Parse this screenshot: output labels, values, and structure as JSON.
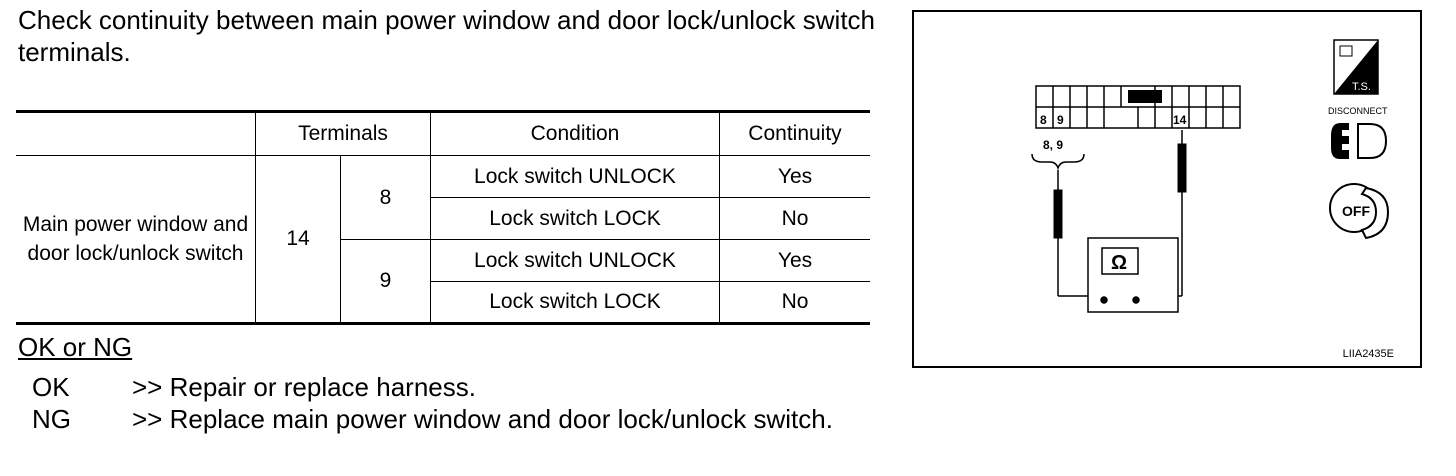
{
  "intro": "Check continuity between main power window and door lock/unlock switch terminals.",
  "table": {
    "headers": {
      "terminals": "Terminals",
      "condition": "Condition",
      "continuity": "Continuity"
    },
    "component": "Main power window and door lock/unlock switch",
    "terminal_from": "14",
    "rows": [
      {
        "terminal_to": "8",
        "condition": "Lock switch UNLOCK",
        "continuity": "Yes"
      },
      {
        "terminal_to": "8",
        "condition": "Lock switch LOCK",
        "continuity": "No"
      },
      {
        "terminal_to": "9",
        "condition": "Lock switch UNLOCK",
        "continuity": "Yes"
      },
      {
        "terminal_to": "9",
        "condition": "Lock switch LOCK",
        "continuity": "No"
      }
    ]
  },
  "ok_ng": {
    "title": "OK or NG",
    "results": [
      {
        "key": "OK",
        "text": ">> Repair or replace harness."
      },
      {
        "key": "NG",
        "text": ">> Replace main power window and door lock/unlock switch."
      }
    ]
  },
  "figure": {
    "pin_8": "8",
    "pin_9": "9",
    "pin_14": "14",
    "probe_label": "8, 9",
    "meter_symbol": "Ω",
    "ts_label": "T.S.",
    "disconnect_label": "DISCONNECT",
    "off_label": "OFF",
    "figure_id": "LIIA2435E"
  }
}
